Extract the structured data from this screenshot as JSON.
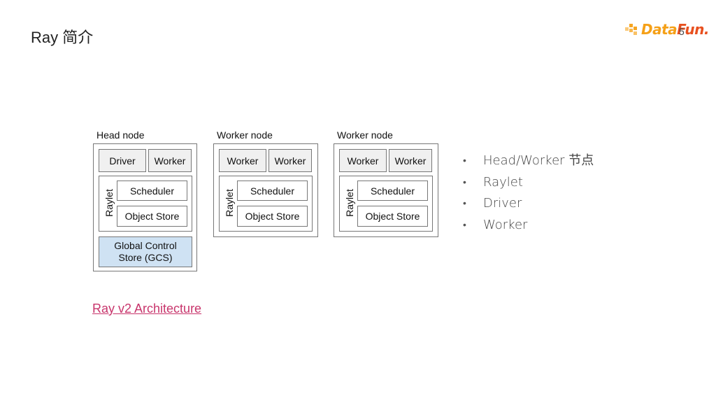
{
  "slide": {
    "title": "Ray 简介",
    "page_number": "5"
  },
  "logo": {
    "text_main": "Data",
    "text_accent": "Fun.",
    "mark": "pixel-dots-icon"
  },
  "diagram": {
    "head_node": {
      "label": "Head node",
      "driver": "Driver",
      "worker": "Worker",
      "raylet": "Raylet",
      "scheduler": "Scheduler",
      "object_store": "Object Store",
      "gcs_line1": "Global Control",
      "gcs_line2": "Store (GCS)"
    },
    "worker_nodes": [
      {
        "label": "Worker node",
        "worker_a": "Worker",
        "worker_b": "Worker",
        "raylet": "Raylet",
        "scheduler": "Scheduler",
        "object_store": "Object Store"
      },
      {
        "label": "Worker node",
        "worker_a": "Worker",
        "worker_b": "Worker",
        "raylet": "Raylet",
        "scheduler": "Scheduler",
        "object_store": "Object Store"
      }
    ],
    "colors": {
      "gcs_fill": "#cfe2f3",
      "box_fill": "#f0f0f0",
      "border": "#777777"
    }
  },
  "bullets": [
    "Head/Worker 节点",
    "Raylet",
    "Driver",
    "Worker"
  ],
  "link": {
    "text": "Ray v2 Architecture",
    "color": "#c8356c"
  }
}
